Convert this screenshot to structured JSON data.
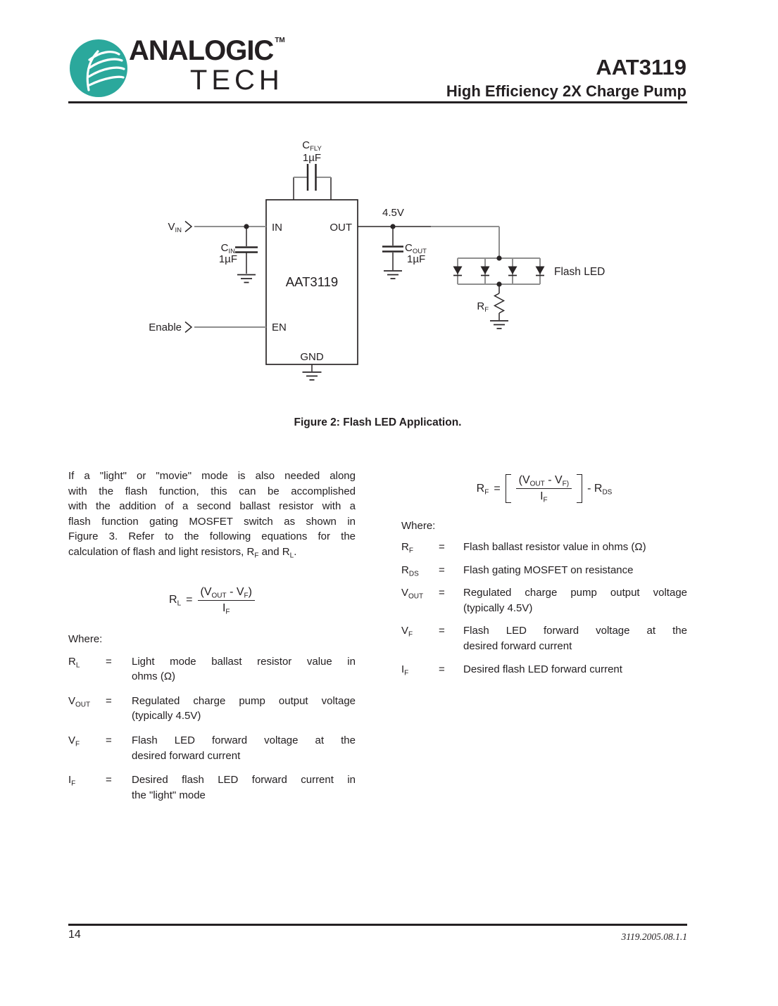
{
  "header": {
    "brand_top": "ANALOGIC",
    "brand_tm": "TM",
    "brand_bottom": "TECH",
    "part_number": "AAT3119",
    "subtitle": "High Efficiency 2X Charge Pump",
    "logo_color": "#2BA89C"
  },
  "figure": {
    "caption": "Figure 2: Flash LED Application.",
    "ic_label": "AAT3119",
    "pin_in": "IN",
    "pin_out": "OUT",
    "pin_en": "EN",
    "pin_gnd": "GND",
    "cfly": {
      "main": "C",
      "sub": "FLY"
    },
    "cfly_value": "1µF",
    "vin": {
      "main": "V",
      "sub": "IN"
    },
    "cin": {
      "main": "C",
      "sub": "IN"
    },
    "cin_value": "1µF",
    "enable_label": "Enable",
    "rail_voltage": "4.5V",
    "cout": {
      "main": "C",
      "sub": "OUT"
    },
    "cout_value": "1µF",
    "flash_led_label": "Flash LED",
    "rf": {
      "main": "R",
      "sub": "F"
    }
  },
  "left_column": {
    "paragraph_lines": [
      "If a \"light\" or \"movie\" mode is also needed along",
      "with the flash function, this can be accomplished",
      "with the addition of a second ballast resistor with a",
      "flash function gating MOSFET switch as shown in",
      "Figure 3.  Refer to the following equations for the"
    ],
    "paragraph_last": {
      "t1": "calculation of flash and light resistors, ",
      "r1": "R",
      "r1s": "F",
      "t2": " and ",
      "r2": "R",
      "r2s": "L",
      "t3": "."
    },
    "equation": {
      "lhs": "R",
      "lhs_sub": "L",
      "equals": "=",
      "num1": "(V",
      "num1_sub": "OUT",
      "num2": " - V",
      "num2_sub": "F",
      "num3": ")",
      "den": "I",
      "den_sub": "F"
    },
    "where_label": "Where:",
    "defs": [
      {
        "term": {
          "main": "R",
          "sub": "L"
        },
        "eq": "=",
        "lines": [
          "Light mode ballast resistor value in",
          "ohms (Ω)"
        ]
      },
      {
        "term": {
          "main": "V",
          "sub": "OUT"
        },
        "eq": "=",
        "lines": [
          "Regulated charge pump output voltage",
          "(typically 4.5V)"
        ]
      },
      {
        "term": {
          "main": "V",
          "sub": "F"
        },
        "eq": "=",
        "lines": [
          "Flash LED forward voltage at the",
          "desired forward current"
        ]
      },
      {
        "term": {
          "main": "I",
          "sub": "F"
        },
        "eq": "=",
        "lines": [
          "Desired flash LED forward current in",
          "the \"light\" mode"
        ]
      }
    ]
  },
  "right_column": {
    "equation": {
      "lhs": "R",
      "lhs_sub": "F",
      "equals": "=",
      "num1": "(V",
      "num1_sub": "OUT",
      "num2": " - V",
      "num2_sub": "F)",
      "den": "I",
      "den_sub": "F",
      "tail": "- R",
      "tail_sub": "DS"
    },
    "where_label": "Where:",
    "defs": [
      {
        "term": {
          "main": "R",
          "sub": "F"
        },
        "eq": "=",
        "lines": [
          "Flash ballast resistor value in ohms (Ω)"
        ]
      },
      {
        "term": {
          "main": "R",
          "sub": "DS"
        },
        "eq": "=",
        "lines": [
          "Flash gating MOSFET on resistance"
        ]
      },
      {
        "term": {
          "main": "V",
          "sub": "OUT"
        },
        "eq": "=",
        "lines": [
          "Regulated charge pump output voltage",
          "(typically 4.5V)"
        ]
      },
      {
        "term": {
          "main": "V",
          "sub": "F"
        },
        "eq": "=",
        "lines": [
          "Flash LED forward voltage at the",
          "desired forward current"
        ]
      },
      {
        "term": {
          "main": "I",
          "sub": "F"
        },
        "eq": "=",
        "lines": [
          "Desired flash LED forward current"
        ]
      }
    ]
  },
  "footer": {
    "page_number": "14",
    "doc_code": "3119.2005.08.1.1"
  }
}
